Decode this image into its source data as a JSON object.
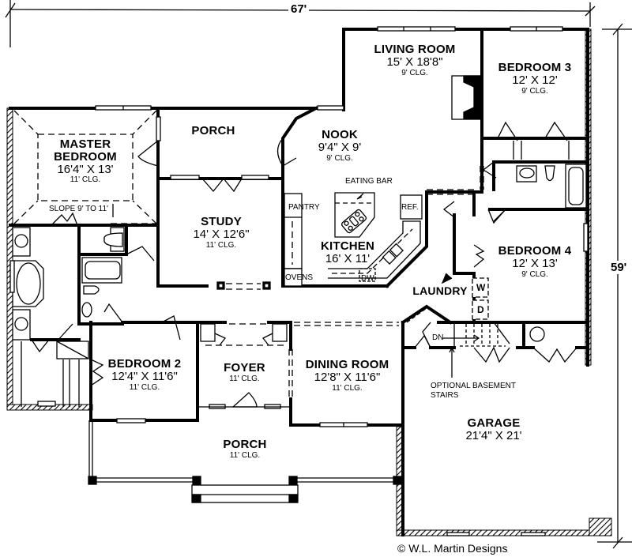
{
  "plan": {
    "overall_width": "67'",
    "overall_depth": "59'",
    "copyright": "© W.L. Martin Designs"
  },
  "rooms": {
    "living_room": {
      "name": "LIVING ROOM",
      "dim": "15' X 18'8\"",
      "clg": "9' CLG."
    },
    "bedroom3": {
      "name": "BEDROOM 3",
      "dim": "12' X 12'",
      "clg": "9' CLG."
    },
    "master_bedroom": {
      "name_line1": "MASTER",
      "name_line2": "BEDROOM",
      "dim": "16'4\" X 13'",
      "clg": "11' CLG.",
      "note": "SLOPE 9' TO 11'"
    },
    "porch_rear": {
      "name": "PORCH"
    },
    "nook": {
      "name": "NOOK",
      "dim": "9'4\" X 9'",
      "clg": "9' CLG."
    },
    "study": {
      "name": "STUDY",
      "dim": "14' X 12'6\"",
      "clg": "11' CLG."
    },
    "kitchen": {
      "name": "KITCHEN",
      "dim": "16' X 11'"
    },
    "bedroom4": {
      "name": "BEDROOM 4",
      "dim": "12' X 13'",
      "clg": "9' CLG."
    },
    "laundry": {
      "name": "LAUNDRY"
    },
    "bedroom2": {
      "name": "BEDROOM 2",
      "dim": "12'4\" X 11'6\"",
      "clg": "11' CLG."
    },
    "foyer": {
      "name": "FOYER",
      "clg": "11' CLG."
    },
    "dining_room": {
      "name": "DINING ROOM",
      "dim": "12'8\" X 11'6\"",
      "clg": "11' CLG."
    },
    "porch_front": {
      "name": "PORCH",
      "clg": "11' CLG."
    },
    "garage": {
      "name": "GARAGE",
      "dim": "21'4\" X 21'"
    }
  },
  "fixtures": {
    "eating_bar": "EATING BAR",
    "pantry": "PANTRY",
    "ovens": "OVENS",
    "ref": "REF.",
    "dw": "DW",
    "washer": "W",
    "dryer": "D",
    "down": "DN",
    "basement_stairs_line1": "OPTIONAL BASEMENT",
    "basement_stairs_line2": "STAIRS"
  }
}
